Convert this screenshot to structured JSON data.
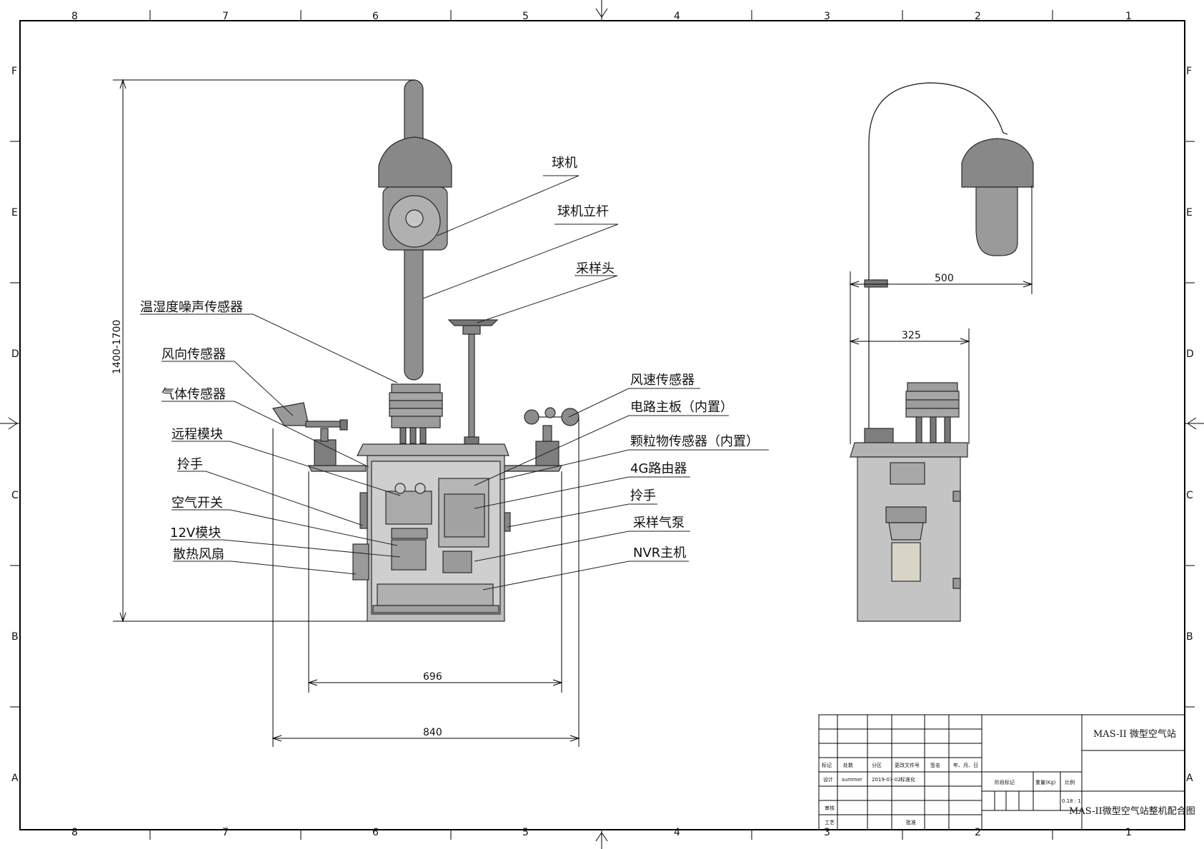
{
  "zones": {
    "columns": [
      "8",
      "7",
      "6",
      "5",
      "4",
      "3",
      "2",
      "1"
    ],
    "rows": [
      "F",
      "E",
      "D",
      "C",
      "B",
      "A"
    ]
  },
  "front_view": {
    "labels_left": [
      "温湿度噪声传感器",
      "风向传感器",
      "气体传感器",
      "远程模块",
      "拎手",
      "空气开关",
      "12V模块",
      "散热风扇"
    ],
    "labels_top": [
      "球机",
      "球机立杆",
      "采样头"
    ],
    "labels_right": [
      "风速传感器",
      "电路主板（内置）",
      "颗粒物传感器（内置）",
      "4G路由器",
      "拎手",
      "采样气泵",
      "NVR主机"
    ],
    "dimensions": {
      "height": "1400-1700",
      "width_inner": "696",
      "width_outer": "840"
    }
  },
  "side_view": {
    "dimensions": {
      "reach": "500",
      "depth": "325"
    }
  },
  "title_block": {
    "header": [
      "标记",
      "处数",
      "分区",
      "更改文件号",
      "签名",
      "年、月、日"
    ],
    "design_row": [
      "设计",
      "summer",
      "2019-07-02",
      "标准化"
    ],
    "review": "审核",
    "process": "工艺",
    "approve": "批准",
    "stage_mark": "阶段标记",
    "weight": "重量(Kg)",
    "scale_label": "比例",
    "scale_value": "0.18 : 1",
    "product_name": "MAS-II 微型空气站",
    "drawing_name": "MAS-II微型空气站整机配合图"
  },
  "colors": {
    "body": "#b9b9b9",
    "dark": "#7a7a7a",
    "pole": "#8f8f8f",
    "box": "#c4c4c4"
  }
}
